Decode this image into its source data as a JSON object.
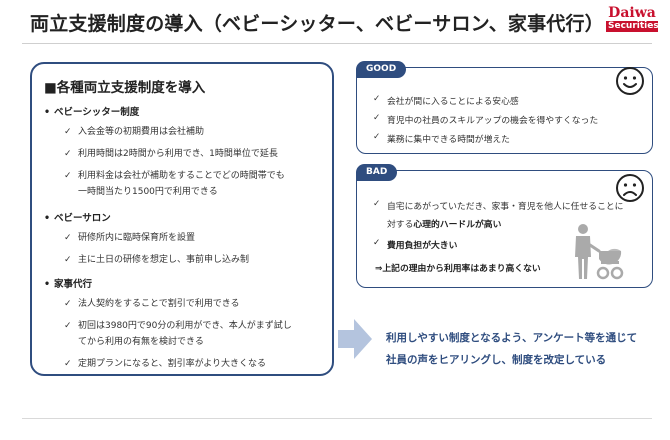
{
  "title": "両立支援制度の導入（ベビーシッター、ベビーサロン、家事代行）",
  "logo": {
    "line1": "Daiwa",
    "line2": "Securities"
  },
  "left": {
    "heading": "■各種両立支援制度を導入",
    "sections": [
      {
        "title": "ベビーシッター制度",
        "items": [
          "入会金等の初期費用は会社補助",
          "利用時間は2時間から利用でき、1時間単位で延長",
          "利用料金は会社が補助をすることでどの時間帯でも",
          "一時間当たり1500円で利用できる"
        ]
      },
      {
        "title": "ベビーサロン",
        "items": [
          "研修所内に臨時保育所を設置",
          "主に土日の研修を想定し、事前申し込み制"
        ]
      },
      {
        "title": "家事代行",
        "items": [
          "法人契約をすることで割引で利用できる",
          "初回は3980円で90分の利用ができ、本人がまず試し",
          "てから利用の有無を検討できる",
          "定期プランになると、割引率がより大きくなる"
        ]
      }
    ]
  },
  "good": {
    "tag": "GOOD",
    "items": [
      "会社が間に入ることによる安心感",
      "育児中の社員のスキルアップの機会を得やすくなった",
      "業務に集中できる時間が増えた"
    ]
  },
  "bad": {
    "tag": "BAD",
    "item1_line1": "自宅にあがっていただき、家事・育児を他人に任せることに",
    "item1_line2_pre": "対する",
    "item1_line2_bold": "心理的ハードルが高い",
    "item2": "費用負担が大きい",
    "result": "⇒上記の理由から利用率はあまり高くない"
  },
  "conclusion": {
    "line1": "利用しやすい制度となるよう、アンケート等を通じて",
    "line2": "社員の声をヒアリングし、制度を改定している"
  },
  "colors": {
    "navy": "#2f4d7f",
    "brand_red": "#c8102e",
    "arrow": "#b4c4de"
  },
  "icons": [
    "check-icon",
    "smiley-face-icon",
    "sad-face-icon",
    "parent-with-stroller-icon",
    "right-arrow-icon"
  ]
}
